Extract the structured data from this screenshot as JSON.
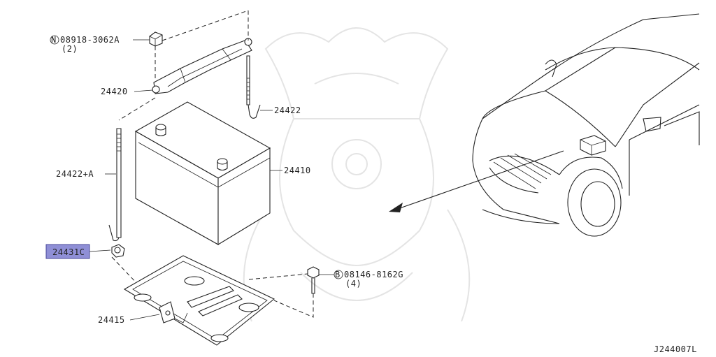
{
  "labels": {
    "nut": "08918-3062A",
    "nut_qty": "(2)",
    "nut_prefix": "N",
    "bolt": "08146-8162G",
    "bolt_qty": "(4)",
    "bolt_prefix": "B",
    "bracket": "24420",
    "rod_right": "24422",
    "rod_left": "24422+A",
    "battery": "24410",
    "terminal": "24431C",
    "tray": "24415",
    "code": "J244007L"
  },
  "colors": {
    "highlight_fill": "#8f8fd6",
    "highlight_border": "#4a4a9a",
    "line": "#222222",
    "watermark": "#e4e4e4"
  }
}
